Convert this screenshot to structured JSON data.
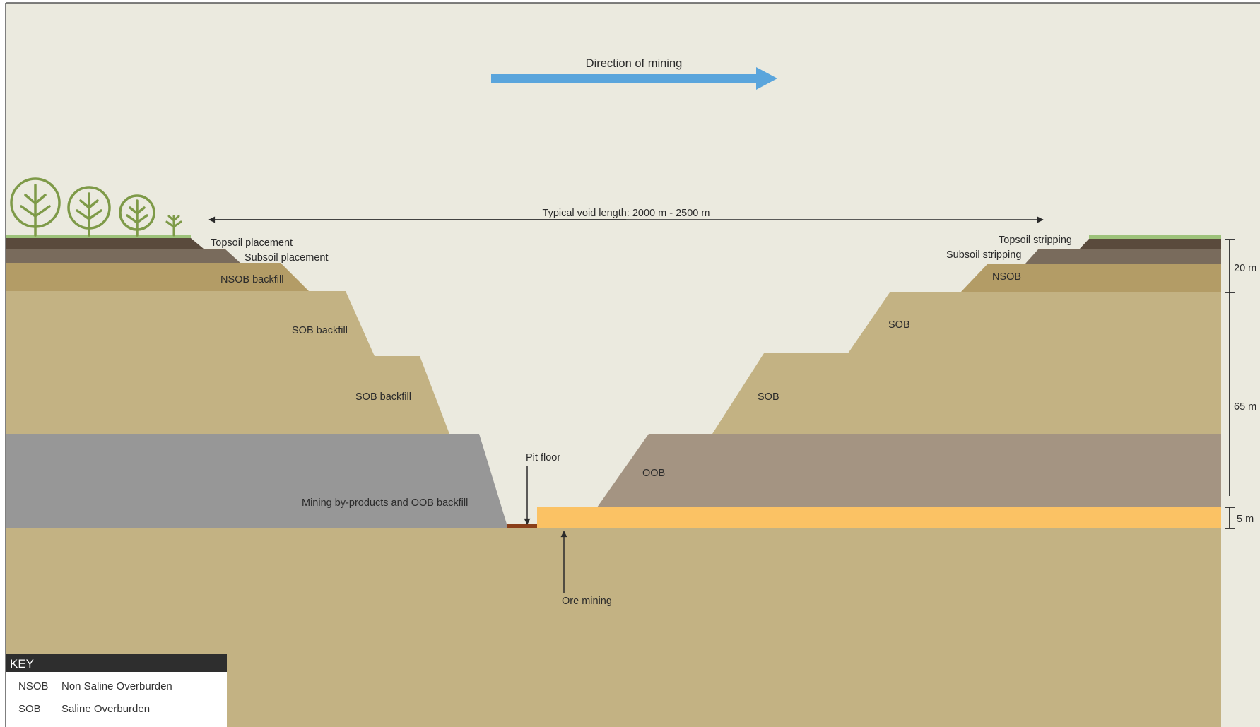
{
  "colors": {
    "sky": "#ebeadf",
    "sob": "#c3b283",
    "nsob": "#b39c66",
    "topsoil": "#5a4a3c",
    "subsoil": "#796b5c",
    "grass": "#9dc27a",
    "by_products": "#979797",
    "oob": "#a49482",
    "ore": "#fbc264",
    "pit_floor": "#8a3f1a",
    "direction_arrow": "#5aa5dc",
    "tree": "#7e9a48",
    "key_header": "#2e2e2e"
  },
  "title": {
    "direction": "Direction of mining"
  },
  "void_length": "Typical void length: 2000 m - 2500 m",
  "left_labels": {
    "topsoil_placement": "Topsoil placement",
    "subsoil_placement": "Subsoil placement",
    "nsob_backfill": "NSOB backfill",
    "sob_backfill_upper": "SOB backfill",
    "sob_backfill_lower": "SOB backfill",
    "by_products": "Mining by-products and OOB backfill"
  },
  "right_labels": {
    "topsoil_stripping": "Topsoil stripping",
    "subsoil_stripping": "Subsoil stripping",
    "nsob": "NSOB",
    "sob_upper": "SOB",
    "sob_lower": "SOB",
    "oob": "OOB"
  },
  "pit_labels": {
    "pit_floor": "Pit floor",
    "ore_mining": "Ore mining"
  },
  "dimensions": {
    "top": "20 m",
    "middle": "65 m",
    "bottom": "5 m"
  },
  "key": {
    "title": "KEY",
    "entries": [
      {
        "abbr": "NSOB",
        "meaning": "Non Saline Overburden"
      },
      {
        "abbr": "SOB",
        "meaning": "Saline Overburden"
      }
    ]
  }
}
